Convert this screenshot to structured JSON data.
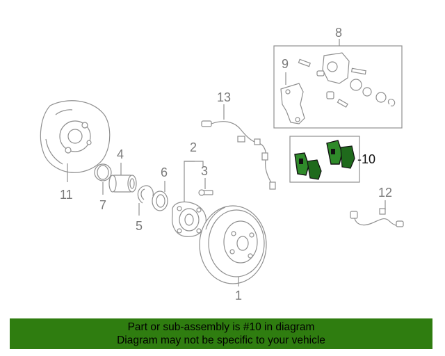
{
  "callouts": {
    "c1": "1",
    "c2": "2",
    "c3": "3",
    "c4": "4",
    "c5": "5",
    "c6": "6",
    "c7": "7",
    "c8": "8",
    "c9": "9",
    "c10": "-10",
    "c11": "11",
    "c12": "12",
    "c13": "13"
  },
  "banner": {
    "line1": "Part or sub-assembly is #10 in diagram",
    "line2": "Diagram may not be specific to your vehicle"
  },
  "colors": {
    "highlight_part": "#2f8a2a",
    "banner_background": "#2f7d10",
    "line_art": "#8f8f8f"
  }
}
